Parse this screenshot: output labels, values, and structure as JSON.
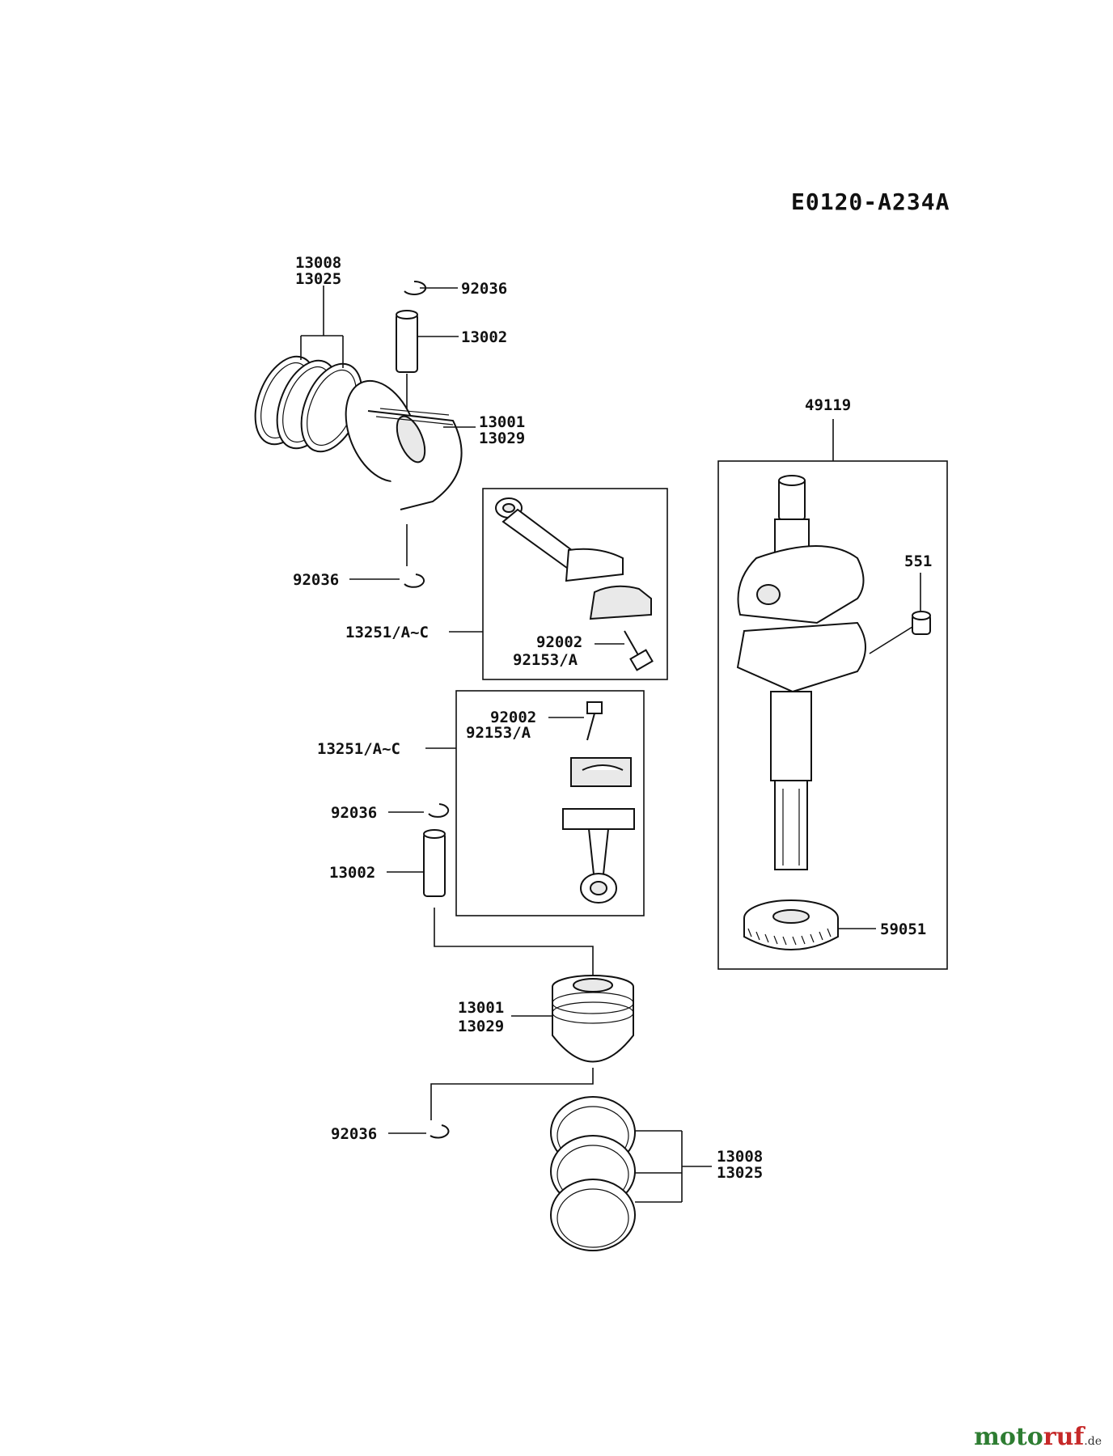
{
  "diagram_code": "E0120-A234A",
  "labels": {
    "ring_set_top": [
      "13008",
      "13025"
    ],
    "circlip_top": "92036",
    "pin_top": "13002",
    "piston_top": [
      "13001",
      "13029"
    ],
    "circlip_top_lower": "92036",
    "conrod_box_top": "13251/A~C",
    "bolt_top": [
      "92002",
      "92153/A"
    ],
    "conrod_box_bottom": "13251/A~C",
    "bolt_bottom": [
      "92002",
      "92153/A"
    ],
    "circlip_mid": "92036",
    "pin_bottom": "13002",
    "piston_bottom": [
      "13001",
      "13029"
    ],
    "circlip_bottom": "92036",
    "ring_set_bottom": [
      "13008",
      "13025"
    ],
    "crankshaft_assy": "49119",
    "key": "551",
    "gear": "59051"
  },
  "watermark": {
    "part1": "moto",
    "part2": "ruf",
    "part3": ".de"
  }
}
